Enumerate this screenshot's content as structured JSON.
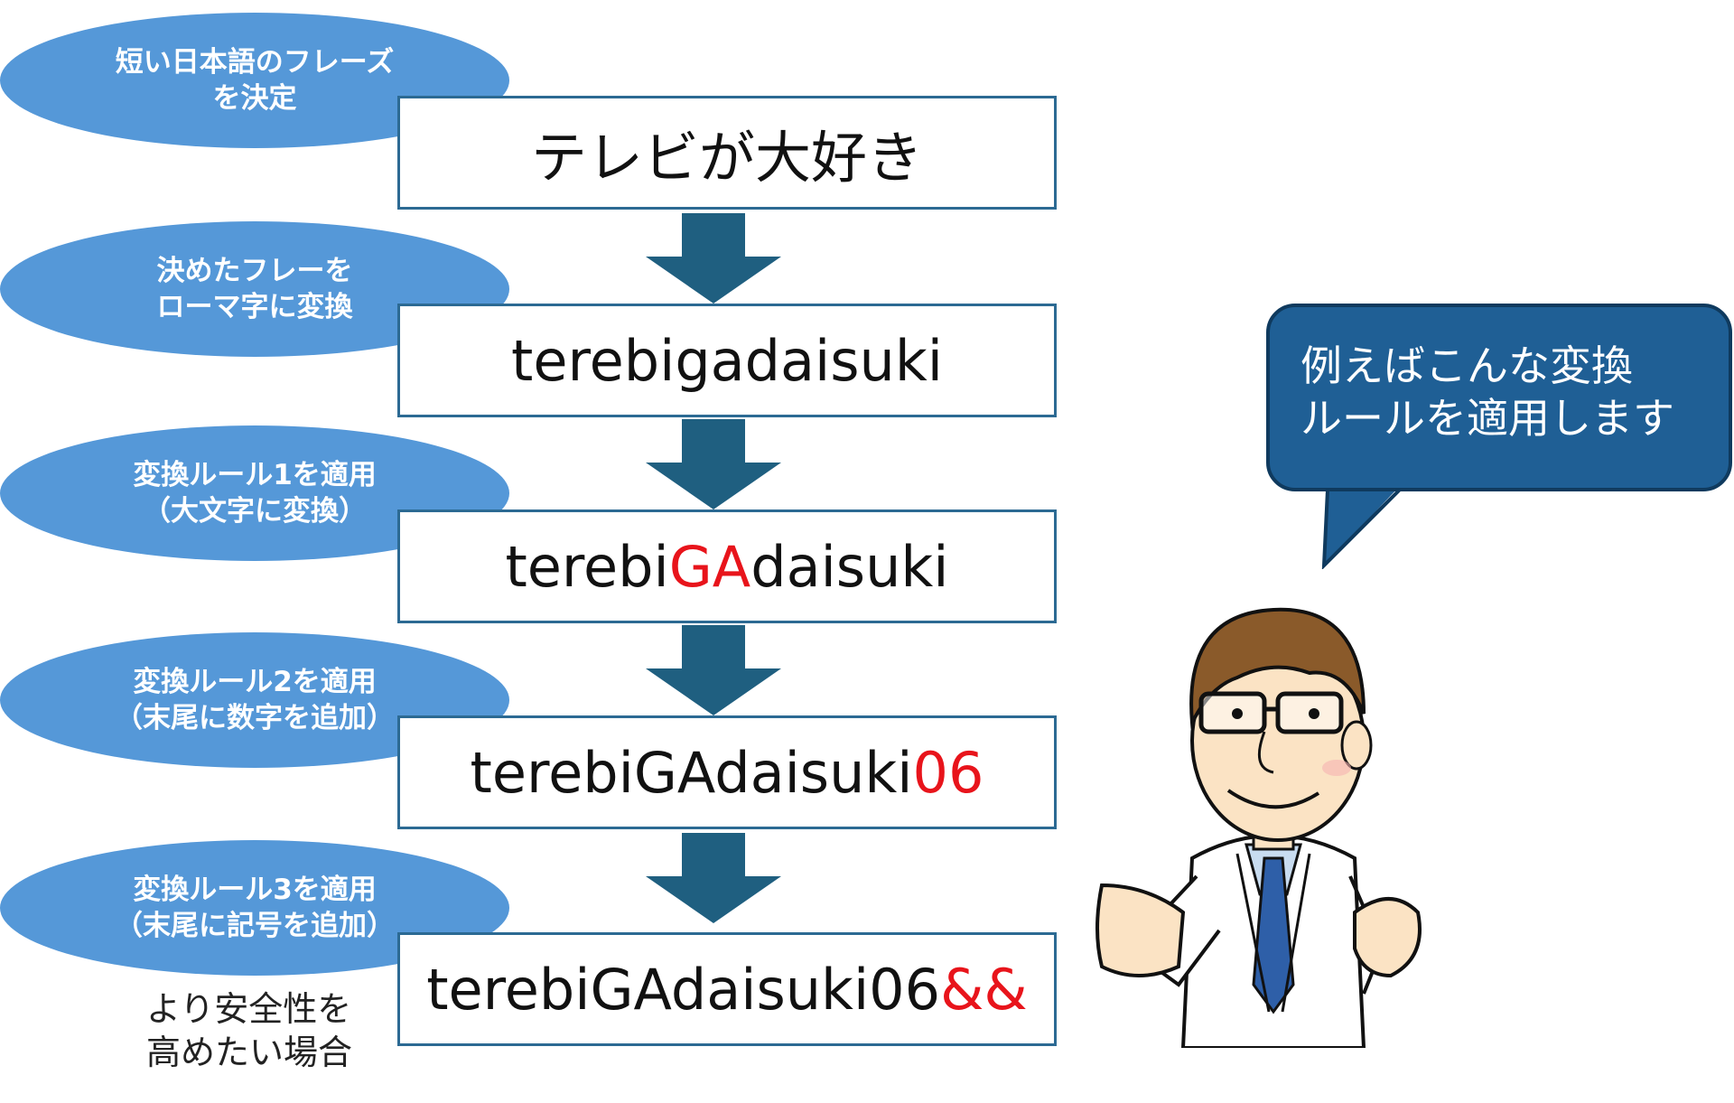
{
  "steps": [
    {
      "label_lines": [
        "短い日本語のフレーズ",
        "を決定"
      ],
      "box_parts": [
        {
          "text": "テレビが大好き",
          "highlight": false
        }
      ]
    },
    {
      "label_lines": [
        "決めたフレーを",
        "ローマ字に変換"
      ],
      "box_parts": [
        {
          "text": "terebigadaisuki",
          "highlight": false
        }
      ]
    },
    {
      "label_lines": [
        "変換ルール1を適用",
        "（大文字に変換）"
      ],
      "box_parts": [
        {
          "text": "terebi",
          "highlight": false
        },
        {
          "text": "GA",
          "highlight": true
        },
        {
          "text": "daisuki",
          "highlight": false
        }
      ]
    },
    {
      "label_lines": [
        "変換ルール2を適用",
        "（末尾に数字を追加）"
      ],
      "box_parts": [
        {
          "text": "terebiGAdaisuki",
          "highlight": false
        },
        {
          "text": "06",
          "highlight": true
        }
      ]
    },
    {
      "label_lines": [
        "変換ルール3を適用",
        "（末尾に記号を追加）"
      ],
      "box_parts": [
        {
          "text": "terebiGAdaisuki06",
          "highlight": false
        },
        {
          "text": "&&",
          "highlight": true
        }
      ]
    }
  ],
  "note_lines": [
    "より安全性を",
    "高めたい場合"
  ],
  "speech_bubble_lines": [
    "例えばこんな変換",
    "ルールを適用します"
  ],
  "colors": {
    "ellipse": "#5598d8",
    "box_border": "#2c6a93",
    "arrow": "#1f5f80",
    "highlight": "#e8141b",
    "bubble": "#1f5f95"
  },
  "icons": {
    "arrow": "down-arrow-icon",
    "character": "doctor-character-illustration"
  }
}
